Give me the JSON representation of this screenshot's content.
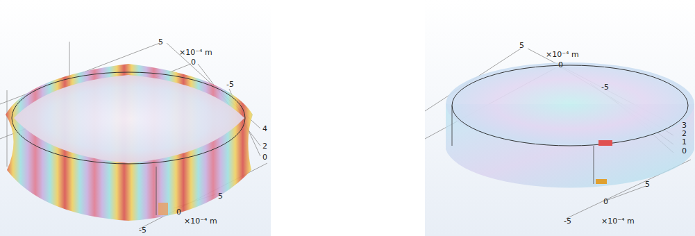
{
  "diagram": {
    "labels": [
      "5",
      "×10⁻⁴ m",
      "0",
      "-5",
      "4",
      "2",
      "0",
      "5",
      "0",
      "-5",
      "×10⁻⁴ m",
      "5",
      "×10⁻⁴ m",
      "0",
      "-5",
      "3",
      "2",
      "1",
      "0",
      "5",
      "0",
      "-5",
      "×10⁻⁴ m"
    ]
  }
}
